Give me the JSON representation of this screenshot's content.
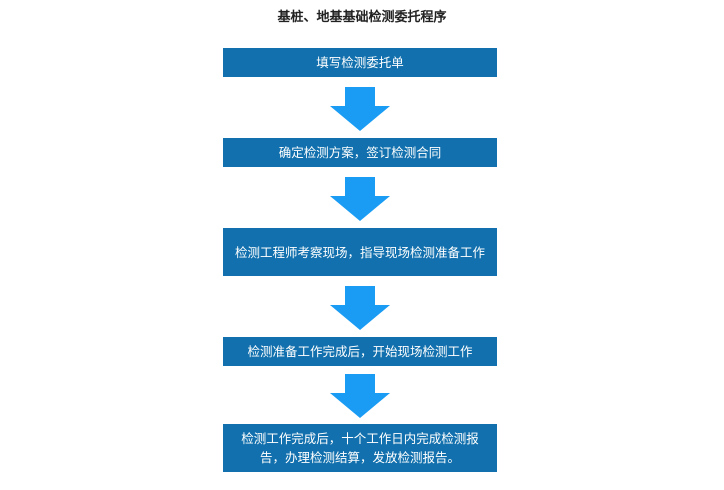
{
  "title": "基桩、地基基础检测委托程序",
  "colors": {
    "box_fill": "#1170ad",
    "box_text": "#ffffff",
    "arrow_fill": "#1a9cf4",
    "title_text": "#222222"
  },
  "steps": [
    {
      "label": "填写检测委托单"
    },
    {
      "label": "确定检测方案，签订检测合同"
    },
    {
      "label": "检测工程师考察现场，指导现场检测准备工作"
    },
    {
      "label": "检测准备工作完成后，开始现场检测工作"
    },
    {
      "label": "检测工作完成后，十个工作日内完成检测报告，办理检测结算，发放检测报告。"
    }
  ],
  "connectors": [
    {
      "icon": "down-arrow-icon"
    },
    {
      "icon": "down-arrow-icon"
    },
    {
      "icon": "down-arrow-icon"
    },
    {
      "icon": "down-arrow-icon"
    }
  ]
}
